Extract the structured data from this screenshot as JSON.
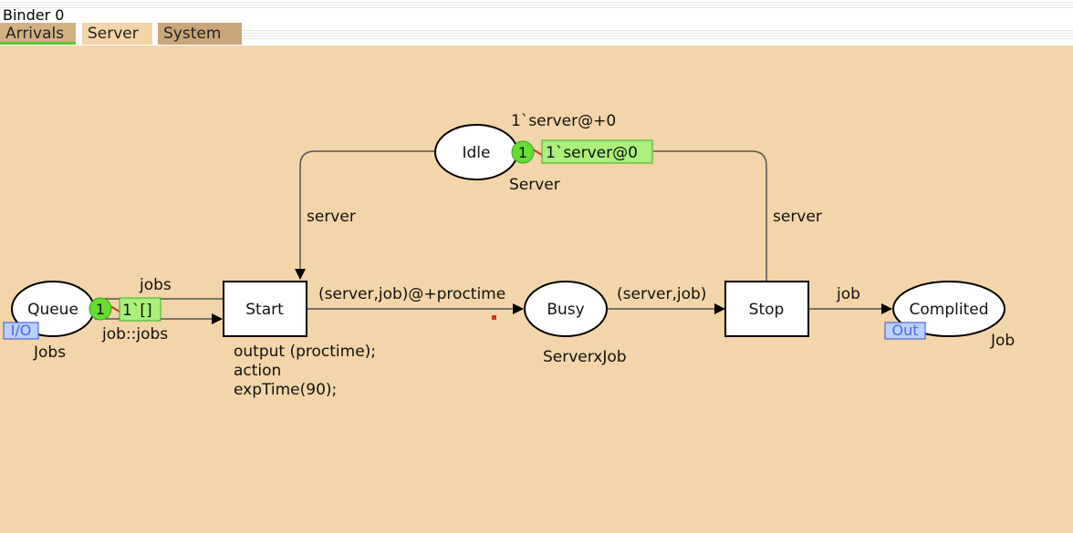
{
  "binder": {
    "title": "Binder 0"
  },
  "tabs": [
    {
      "label": "Arrivals"
    },
    {
      "label": "Server"
    },
    {
      "label": "System"
    }
  ],
  "places": {
    "idle": {
      "name": "Idle",
      "type": "Server",
      "initial_marking": "1`server@+0",
      "token_count": "1",
      "marking": "1`server@0"
    },
    "queue": {
      "name": "Queue",
      "type": "Jobs",
      "port": "I/O",
      "token_count": "1",
      "marking": "1`[]"
    },
    "busy": {
      "name": "Busy",
      "type": "ServerxJob"
    },
    "complited": {
      "name": "Complited",
      "type": "Job",
      "port": "Out"
    }
  },
  "transitions": {
    "start": {
      "name": "Start",
      "code": [
        "output (proctime);",
        "action",
        "expTime(90);"
      ]
    },
    "stop": {
      "name": "Stop"
    }
  },
  "arcs": {
    "idle_to_start": "server",
    "stop_to_idle": "server",
    "start_to_queue": "jobs",
    "queue_to_start": "job::jobs",
    "start_to_busy": "(server,job)@+proctime",
    "busy_to_stop": "(server,job)",
    "stop_to_complited": "job"
  },
  "colors": {
    "canvas": "#f2d5a8",
    "token_badge": "#66dd33",
    "marking_box": "#aaf07a",
    "port_tag": "#bcd0ff"
  }
}
